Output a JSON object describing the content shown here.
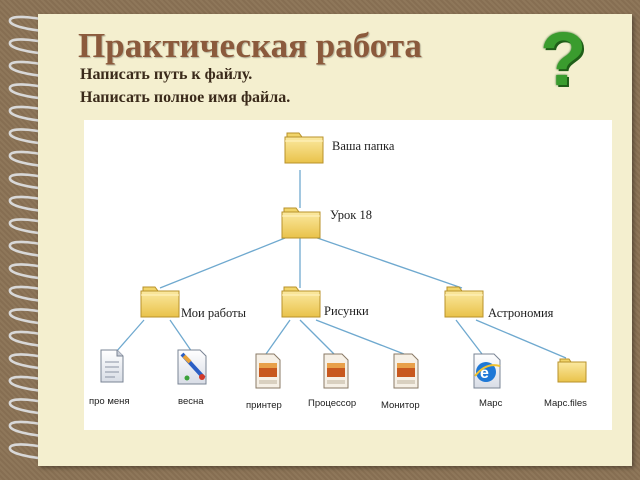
{
  "slide": {
    "title": "Практическая работа",
    "task_1": "Написать путь к файлу.",
    "task_2": "Написать полное имя файла.",
    "question_mark": "?"
  },
  "tree": {
    "root": "Ваша папка",
    "level1": "Урок 18",
    "level2": [
      "Мои работы",
      "Рисунки",
      "Астрономия"
    ],
    "files": [
      "про меня",
      "весна",
      "принтер",
      "Процессор",
      "Монитор",
      "Марс",
      "Марс.files"
    ]
  },
  "colors": {
    "title": "#8b5a3c",
    "question_mark": "#3a9c2e",
    "folder": "#f3d870",
    "connector": "#6fa9cf"
  },
  "icons": {
    "folder": "folder-icon",
    "document": "document-icon",
    "paint": "paint-icon",
    "image": "image-icon",
    "browser": "internet-explorer-icon"
  }
}
